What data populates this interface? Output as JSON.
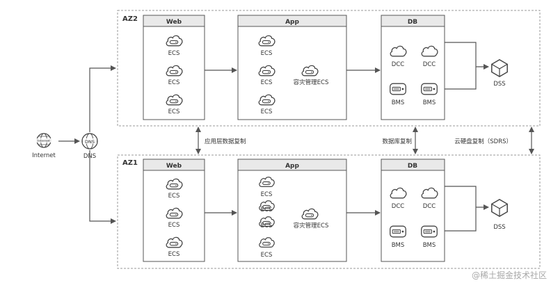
{
  "internet": {
    "label": "Internet",
    "icon_text": "Internet"
  },
  "dns": {
    "label": "DNS",
    "icon_text": "DNS"
  },
  "zones": [
    {
      "name": "AZ2",
      "tiers": {
        "web": {
          "title": "Web",
          "items": [
            "ECS",
            "ECS",
            "ECS"
          ]
        },
        "app": {
          "title": "App",
          "items": [
            "ECS",
            "ECS",
            "ECS"
          ],
          "dr": "容灾管理ECS"
        },
        "db": {
          "title": "DB",
          "dcc": [
            "DCC",
            "DCC"
          ],
          "bms": [
            "BMS",
            "BMS"
          ]
        }
      },
      "dss": "DSS"
    },
    {
      "name": "AZ1",
      "tiers": {
        "web": {
          "title": "Web",
          "items": [
            "ECS",
            "ECS",
            "ECS"
          ]
        },
        "app": {
          "title": "App",
          "items": [
            "ECS",
            "ECS",
            "ECS",
            "ECS"
          ],
          "dr": "容灾管理ECS"
        },
        "db": {
          "title": "DB",
          "dcc": [
            "DCC",
            "DCC"
          ],
          "bms": [
            "BMS",
            "BMS"
          ]
        }
      },
      "dss": "DSS"
    }
  ],
  "replication": {
    "app_layer": "应用层数据复制",
    "database": "数据库复制",
    "cloud_disk": "云硬盘复制（SDRS）"
  },
  "watermark": "@稀土掘金技术社区",
  "colors": {
    "line": "#555555",
    "box_header": "#e9e9e9",
    "dashed": "#999999",
    "icon": "#444444"
  }
}
